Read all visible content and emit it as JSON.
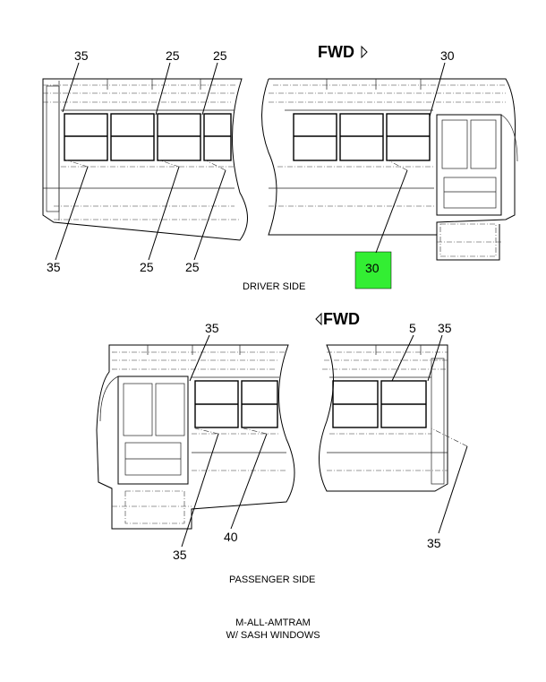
{
  "driver_view": {
    "fwd_label": "FWD",
    "caption": "DRIVER SIDE",
    "callouts": [
      "35",
      "25",
      "25",
      "30",
      "35",
      "25",
      "25"
    ],
    "highlight_callout": "30",
    "highlight_color": "#33ee33"
  },
  "passenger_view": {
    "fwd_label": "FWD",
    "caption": "PASSENGER SIDE",
    "callouts": [
      "35",
      "5",
      "35",
      "35",
      "40",
      "35"
    ]
  },
  "footer": {
    "line1": "M-ALL-AMTRAM",
    "line2": "W/ SASH WINDOWS"
  }
}
